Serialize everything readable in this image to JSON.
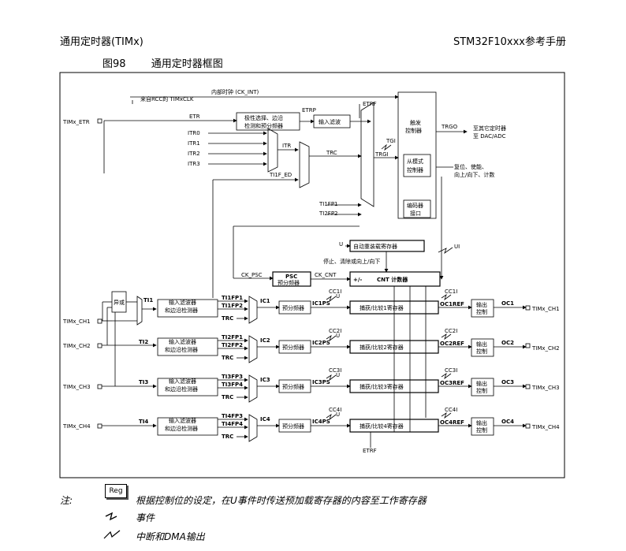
{
  "header": {
    "left": "通用定时器(TIMx)",
    "right": "STM32F10xxx参考手册"
  },
  "figure": {
    "number": "图98",
    "title": "通用定时器框图"
  },
  "diagram": {
    "ck_int": "内部时钟 (CK_INT)",
    "rcc": "来自RCC的 TIMxCLK",
    "timx_etr": "TIMx_ETR",
    "etr": "ETR",
    "etrp": "ETRP",
    "etrf": "ETRF",
    "polarity_l1": "极性选择、边沿",
    "polarity_l2": "检测和预分频器",
    "input_filter": "输入滤波",
    "trigger_l1": "触发",
    "trigger_l2": "控制器",
    "trgo": "TRGO",
    "trgo_out_l1": "至其它定时器",
    "trgo_out_l2": "至 DAC/ADC",
    "tgi": "TGI",
    "trgi": "TRGI",
    "slave_l1": "从模式",
    "slave_l2": "控制器",
    "reset_l1": "复位、使能、",
    "reset_l2": "向上/向下、计数",
    "encoder_l1": "编码器",
    "encoder_l2": "接口",
    "itr0": "ITR0",
    "itr1": "ITR1",
    "itr2": "ITR2",
    "itr3": "ITR3",
    "itr": "ITR",
    "trc": "TRC",
    "ti1f_ed": "TI1F_ED",
    "ti1fp1": "TI1FP1",
    "ti2fp2": "TI2FP2",
    "autoreload": "自动重装载寄存器",
    "stop_clear": "停止、清除或向上/向下",
    "u": "U",
    "ui": "UI",
    "ck_psc": "CK_PSC",
    "ck_cnt": "CK_CNT",
    "psc_l1": "PSC",
    "psc_l2": "预分频器",
    "cnt_pm": "+/-",
    "cnt_label": "CNT 计数器",
    "xor_l1": "异或",
    "ti1": "TI1",
    "ti2": "TI2",
    "ti3": "TI3",
    "ti4": "TI4",
    "filt_l1": "输入滤波器",
    "filt_l2": "和边沿检测器",
    "ch1": "TIMx_CH1",
    "ch2": "TIMx_CH2",
    "ch3": "TIMx_CH3",
    "ch4": "TIMx_CH4",
    "ti1fp1b": "TI1FP1",
    "ti1fp2": "TI1FP2",
    "ti2fp1": "TI2FP1",
    "ti2fp2b": "TI2FP2",
    "ti3fp3": "TI3FP3",
    "ti3fp4": "TI3FP4",
    "ti4fp3": "TI4FP3",
    "ti4fp4": "TI4FP4",
    "trcb": "TRC",
    "ic1": "IC1",
    "ic2": "IC2",
    "ic3": "IC3",
    "ic4": "IC4",
    "prescaler": "预分频器",
    "ic1ps": "IC1PS",
    "ic2ps": "IC2PS",
    "ic3ps": "IC3PS",
    "ic4ps": "IC4PS",
    "cc1i": "CC1I",
    "cc2i": "CC2I",
    "cc3i": "CC3I",
    "cc4i": "CC4I",
    "cap1": "捕获/比较1寄存器",
    "cap2": "捕获/比较2寄存器",
    "cap3": "捕获/比较3寄存器",
    "cap4": "捕获/比较4寄存器",
    "oc1ref": "OC1REF",
    "oc2ref": "OC2REF",
    "oc3ref": "OC3REF",
    "oc4ref": "OC4REF",
    "out_l1": "输出",
    "out_l2": "控制",
    "oc1": "OC1",
    "oc2": "OC2",
    "oc3": "OC3",
    "oc4": "OC4"
  },
  "notes": {
    "label": "注:",
    "reg_symbol": "Reg",
    "reg_text": "根据控制位的设定，在U事件时传送预加载寄存器的内容至工作寄存器",
    "event_text": "事件",
    "dma_text": "中断和DMA输出"
  }
}
